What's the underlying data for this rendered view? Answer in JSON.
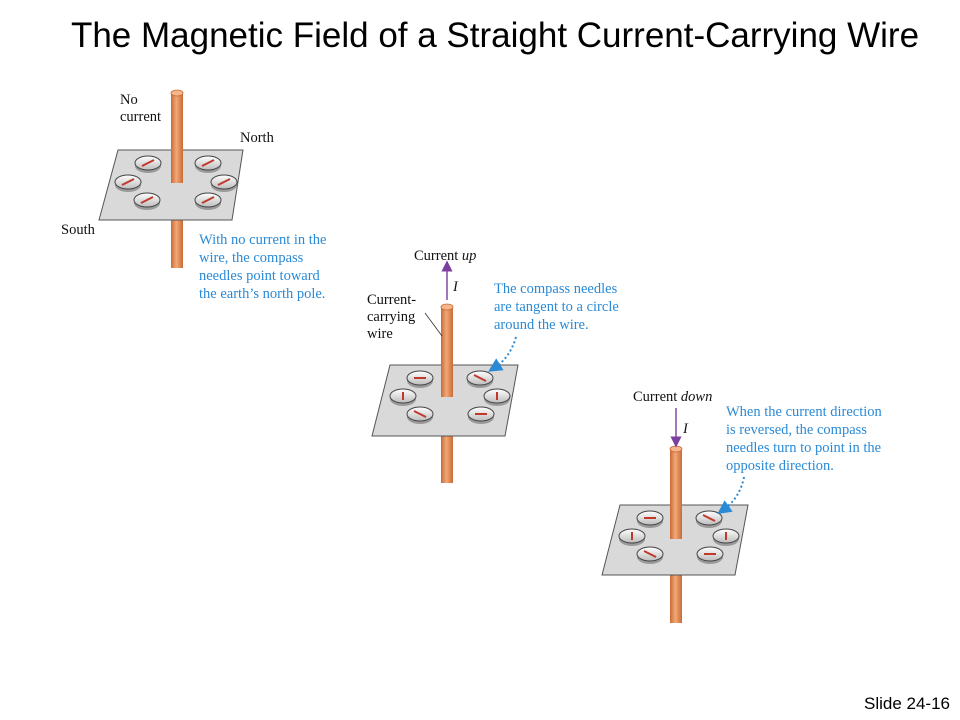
{
  "title": "The Magnetic Field of a Straight Current-Carrying Wire",
  "slide_number": "Slide 24-16",
  "panel_no_current": {
    "label_no_current_line1": "No",
    "label_no_current_line2": "current",
    "label_north": "North",
    "label_south": "South",
    "note_lines": [
      "With no current in the",
      "wire, the compass",
      "needles point toward",
      "the earth’s north pole."
    ]
  },
  "panel_current_up": {
    "current_label_prefix": "Current ",
    "current_label_direction": "up",
    "current_symbol": "I",
    "wire_label_lines": [
      "Current-",
      "carrying",
      "wire"
    ],
    "note_lines": [
      "The compass needles",
      "are tangent to a circle",
      "around the wire."
    ]
  },
  "panel_current_down": {
    "current_label_prefix": "Current ",
    "current_label_direction": "down",
    "current_symbol": "I",
    "note_lines": [
      "When the current direction",
      "is reversed, the compass",
      "needles turn to point in the",
      "opposite direction."
    ]
  },
  "colors": {
    "wire": "#e8915a",
    "wire_shade": "#c96b36",
    "plate": "#d9d9d9",
    "note_text": "#2a8ad6",
    "current_arrow": "#7b3fa0",
    "needle": "#c0392b"
  }
}
